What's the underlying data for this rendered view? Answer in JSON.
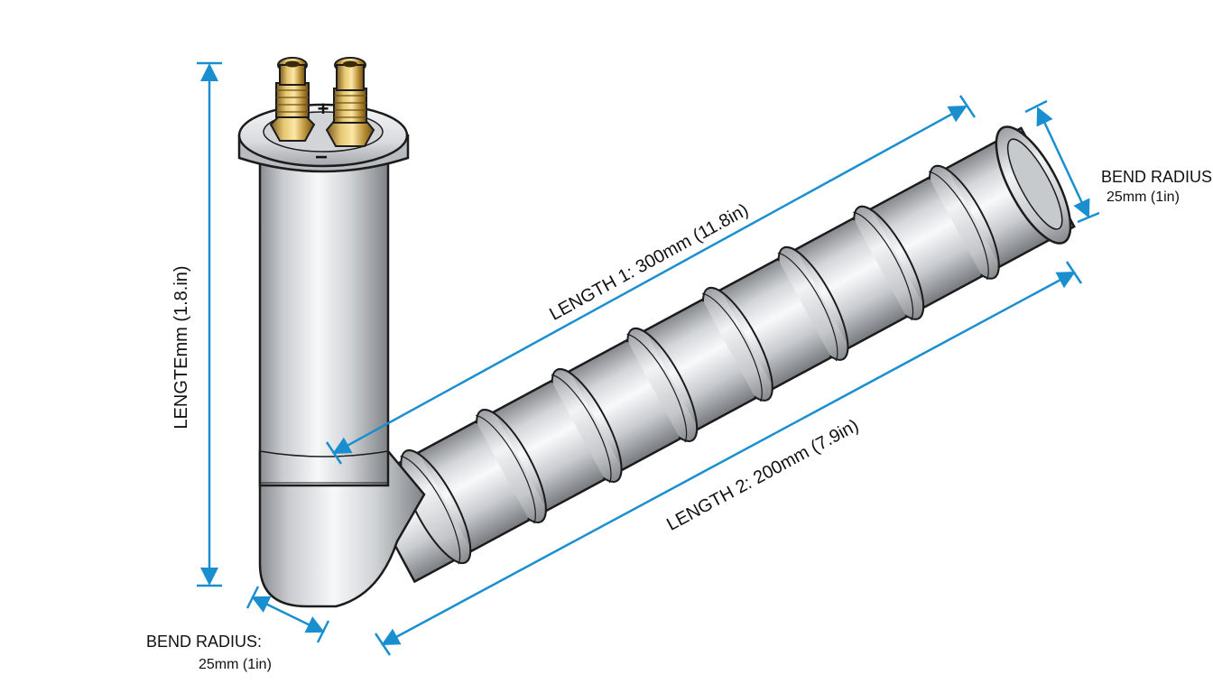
{
  "diagram": {
    "length_vertical_label": "LENGTEmm (1.8.in)",
    "length1_label": "LENGTH 1: 300mm (11.8in)",
    "length2_label": "LENGTH 2: 200mm (7.9in)",
    "bend_radius_left": {
      "title": "BEND RADIUS:",
      "value": "25mm (1in)"
    },
    "bend_radius_right": {
      "title": "BEND RADIUS",
      "value": "25mm (1in)"
    },
    "terminal_plus": "+",
    "terminal_minus": "−",
    "colors": {
      "dimension_line": "#1a8fd0",
      "metal_light": "#f4f5f6",
      "metal_dark": "#8a8d91",
      "brass": "#c9a44a",
      "outline": "#1c1c1c"
    }
  }
}
